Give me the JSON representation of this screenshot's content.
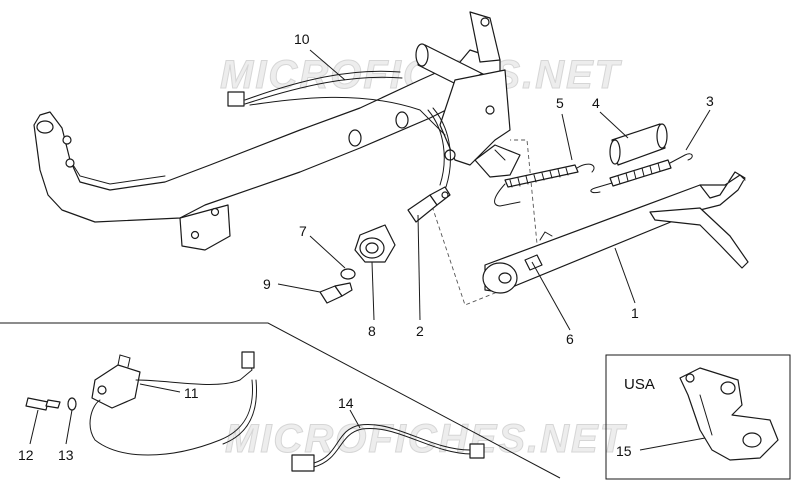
{
  "watermark": "MICROFICHES.NET",
  "inset_label": "USA",
  "callouts": {
    "c1": "1",
    "c2": "2",
    "c3": "3",
    "c4": "4",
    "c5": "5",
    "c6": "6",
    "c7": "7",
    "c8": "8",
    "c9": "9",
    "c10": "10",
    "c11": "11",
    "c12": "12",
    "c13": "13",
    "c14": "14",
    "c15": "15"
  },
  "colors": {
    "line": "#1a1a1a",
    "watermark": "#ededed",
    "background": "#ffffff"
  }
}
